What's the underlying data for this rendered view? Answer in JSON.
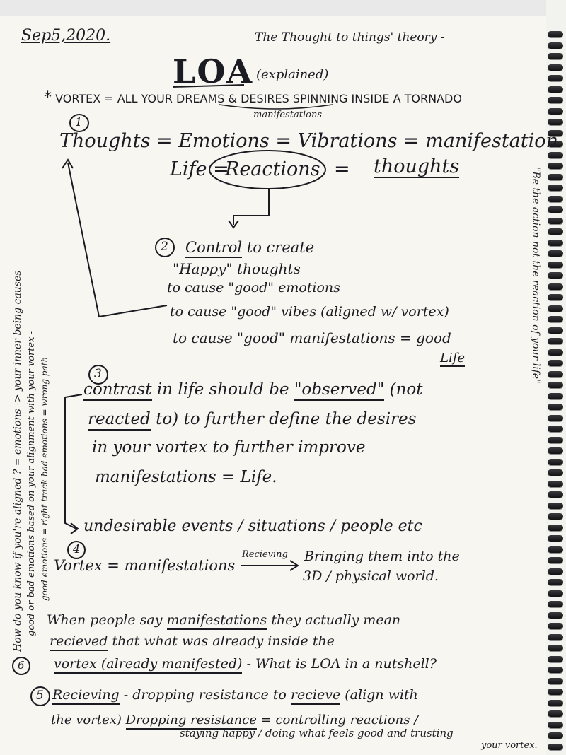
{
  "notes": {
    "date": "Sep5,2020.",
    "header_title": "The Thought to things' theory -",
    "main_title": "LOA",
    "title_note": "(explained)",
    "vortex_def": {
      "marker": "*",
      "prefix": "VORTEX = ALL YOUR",
      "dreams": "DREAMS & DESIRES",
      "suffix": "SPINNING INSIDE A TORNADO",
      "manifestations_note": "manifestations"
    },
    "step1": {
      "number": "1",
      "chain": "Thoughts = Emotions = Vibrations = manifestation =",
      "life": "Life =",
      "reactions": "Reactions",
      "equals": "=",
      "thoughts": "thoughts"
    },
    "step2": {
      "number": "2",
      "control": "Control",
      "line1_rest": "to create",
      "line2": "\"Happy\" thoughts",
      "line3": "to cause \"good\" emotions",
      "line4": "to cause \"good\" vibes (aligned w/ vortex)",
      "line5": "to cause \"good\" manifestations = good",
      "life": "Life"
    },
    "step3": {
      "number": "3",
      "contrast": "contrast",
      "line1_mid": "in life should be",
      "observed": "\"observed\"",
      "line1_end": "(not",
      "reacted": "reacted",
      "line2_rest": "to) to further define the desires",
      "line3": "in your vortex to further improve",
      "line4": "manifestations = Life."
    },
    "undesirable": "undesirable events / situations / people etc",
    "step4": {
      "number": "4",
      "vortex": "Vortex = manifestations",
      "recieving_label": "Recieving",
      "bringing_1": "Bringing them into the",
      "bringing_2": "3D / physical world."
    },
    "paragraph": {
      "line1_start": "When people say",
      "manifestations": "manifestations",
      "line1_end": "they actually mean",
      "recieved": "recieved",
      "line2_rest": "that what was already inside the",
      "vortex_already": "vortex (already manifested)",
      "line3_end": "- What is LOA in a nutshell?"
    },
    "step5": {
      "number": "5",
      "recieving": "Recieving",
      "line1_mid": "- dropping resistance to",
      "recieve": "recieve",
      "line1_end": "(align with",
      "line2_start": "the vortex)",
      "dropping_resistance": "Dropping resistance",
      "line2_end": "= controlling reactions /",
      "line3": "staying happy / doing what feels good and trusting",
      "line4": "your vortex."
    },
    "margin_left": {
      "number": "6",
      "line1": "How do you know if you're aligned ? = emotions -> your inner being causes",
      "line2": "good or bad emotions based on your alignment with your vortex -",
      "line3": "good emotions = right track   bad emotions = wrong path"
    },
    "margin_right": "\"Be the action not the reaction of your life\""
  },
  "colors": {
    "ink": "#1b1b22",
    "paper": "#f7f6f1",
    "spiral": "#111114"
  }
}
